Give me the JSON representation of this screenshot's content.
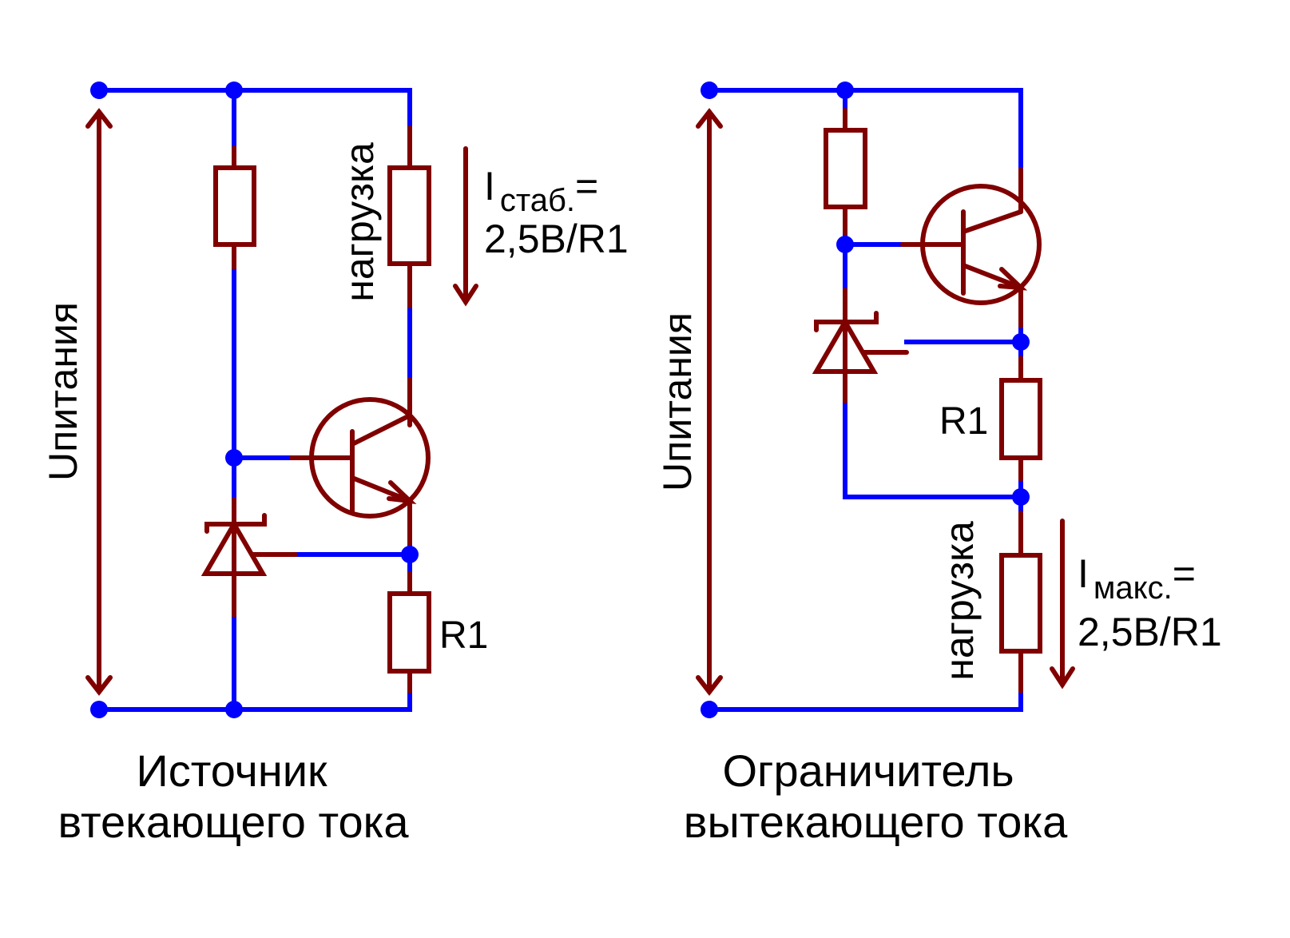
{
  "colors": {
    "wire": "#0000ff",
    "component": "#800000",
    "text": "#000000",
    "background": "#ffffff"
  },
  "left_circuit": {
    "supply_label": "Uпитания",
    "load_label": "нагрузка",
    "resistor_label": "R1",
    "current": {
      "symbol": "I",
      "subscript": "стаб.",
      "suffix": "=",
      "formula": "2,5В/R1"
    },
    "caption": {
      "line1": "Источник",
      "line2": "втекающего тока"
    }
  },
  "right_circuit": {
    "supply_label": "Uпитания",
    "load_label": "нагрузка",
    "resistor_label": "R1",
    "current": {
      "symbol": "I",
      "subscript": "макс.",
      "suffix": "=",
      "formula": "2,5В/R1"
    },
    "caption": {
      "line1": "Ограничитель",
      "line2": "вытекающего тока"
    }
  }
}
